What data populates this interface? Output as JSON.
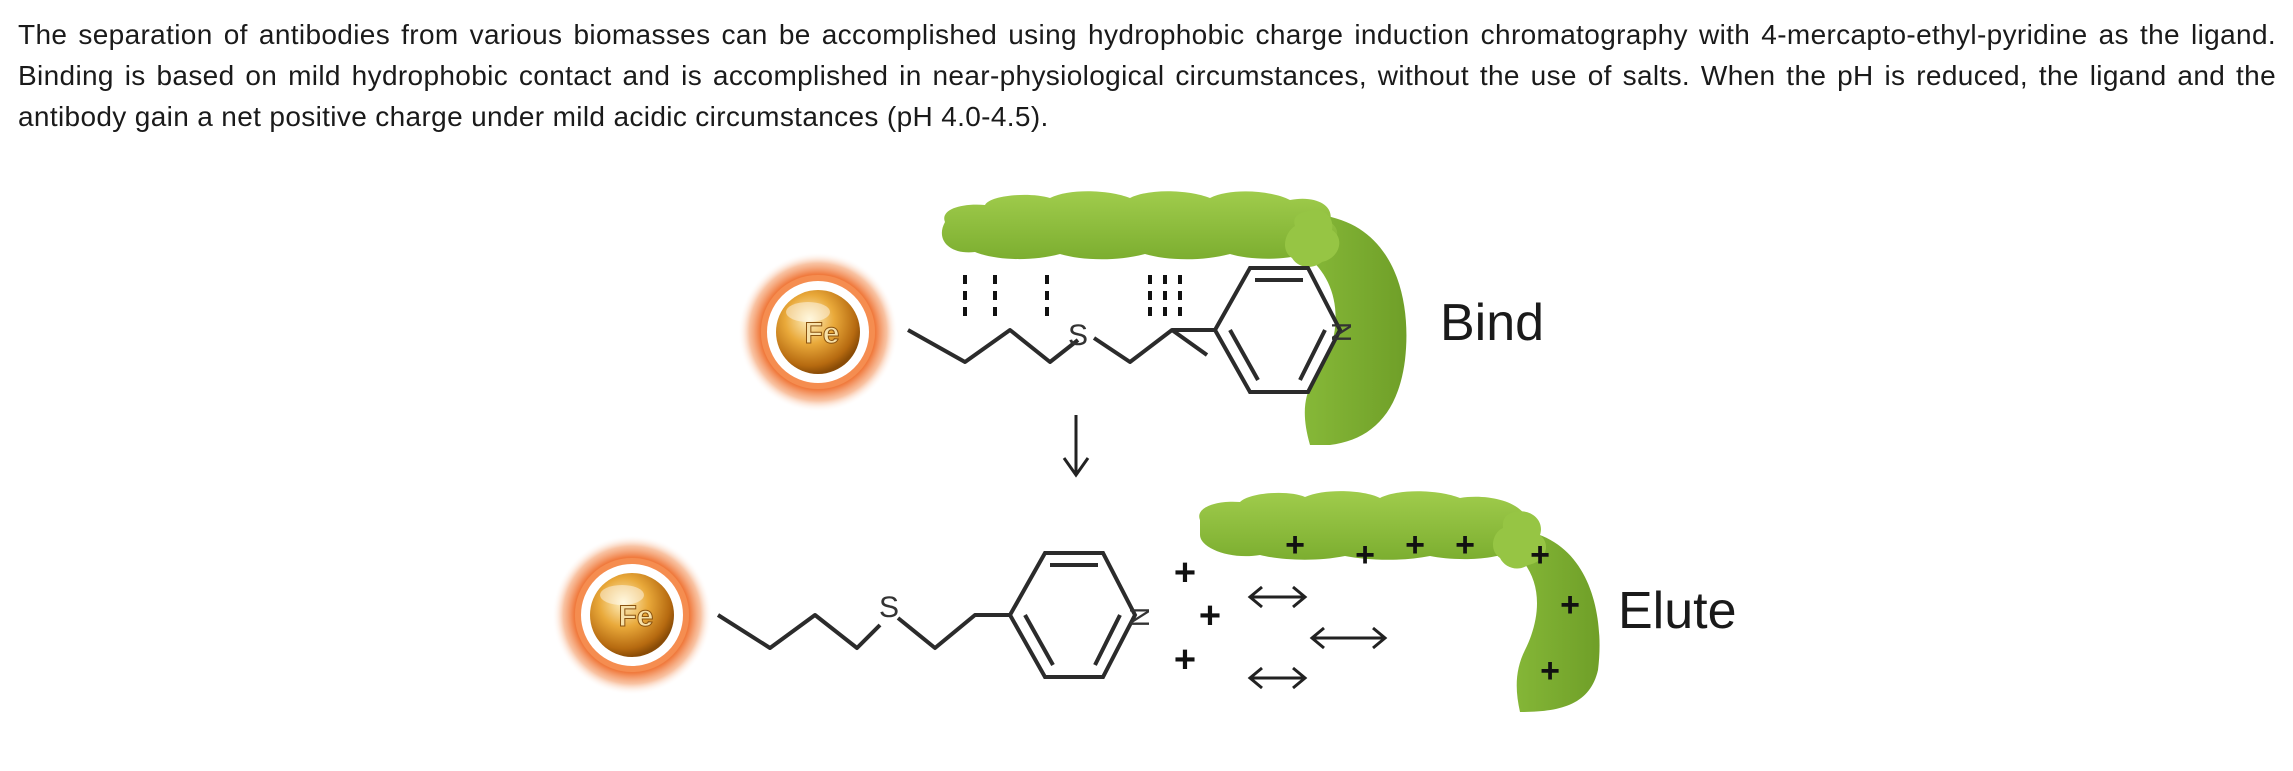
{
  "paragraph": {
    "lines": [
      "The separation of antibodies from various biomasses can be accomplished using hydrophobic charge induction chromatography with 4-mercapto-ethyl-pyridine as the ligand.",
      "Binding is based on mild hydrophobic contact and is accomplished in near-physiological circumstances, without the use of salts. When the pH is reduced, the ligand and the",
      "antibody gain a net positive charge under mild acidic circumstances (pH 4.0-4.5)."
    ]
  },
  "figure": {
    "bind_label": "Bind",
    "elute_label": "Elute",
    "bead_label": "Fe",
    "sulfur_label": "S",
    "nitrogen_label": "N",
    "plus_sign": "+",
    "colors": {
      "protein_green": "#8dbf3a",
      "protein_dark": "#6e9e2a",
      "bead_orange": "#f08a4b",
      "bead_gold": "#e0a12a",
      "line": "#333333"
    }
  }
}
